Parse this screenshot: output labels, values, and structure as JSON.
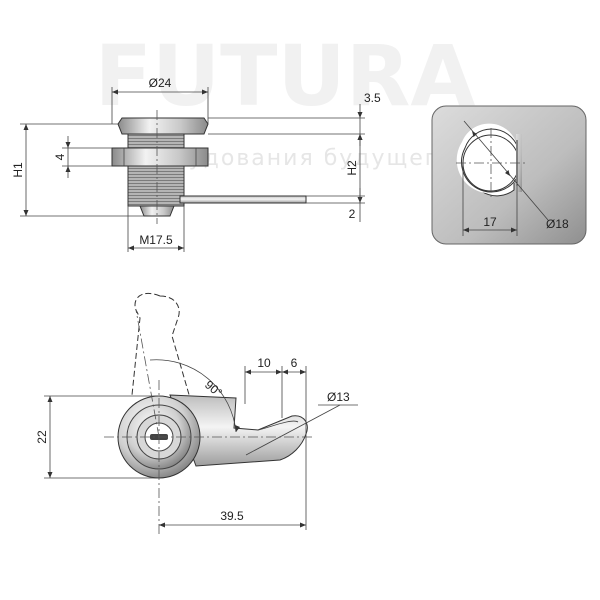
{
  "watermark": {
    "brand": "FUTURA",
    "tagline": "оборудования будущего"
  },
  "dimensions": {
    "head_diameter": "Ø24",
    "head_thickness": "3.5",
    "nut_thickness": "4",
    "height_1": "H1",
    "height_2": "H2",
    "cam_offset": "2",
    "thread": "M17.5",
    "cutout_flat": "17",
    "cutout_diameter": "Ø18",
    "rotation_angle": "90°",
    "hook_width_a": "10",
    "hook_width_b": "6",
    "hook_diameter": "Ø13",
    "body_height": "22",
    "cam_length": "39.5"
  },
  "colors": {
    "metal_light": "#e8e8e8",
    "metal_dark": "#8a8a8a",
    "panel_light": "#d9d9d9",
    "panel_dark": "#9a9a9a"
  }
}
